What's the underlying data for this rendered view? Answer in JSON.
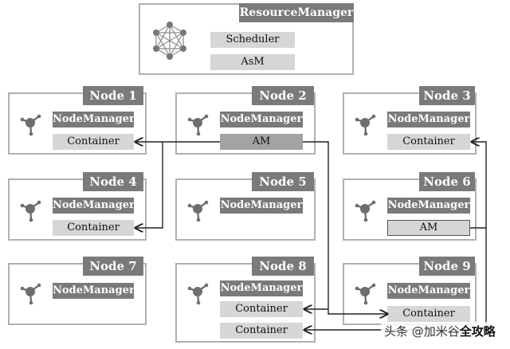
{
  "resource_manager": {
    "title": "ResourceManager",
    "items": [
      "Scheduler",
      "AsM"
    ]
  },
  "labels": {
    "node_manager": "NodeManager"
  },
  "nodes": [
    {
      "title": "Node 1",
      "items": [
        "Container"
      ]
    },
    {
      "title": "Node 2",
      "items": [
        "AM"
      ]
    },
    {
      "title": "Node 3",
      "items": [
        "Container"
      ]
    },
    {
      "title": "Node 4",
      "items": [
        "Container"
      ]
    },
    {
      "title": "Node 5",
      "items": []
    },
    {
      "title": "Node 6",
      "items": [
        "AM"
      ]
    },
    {
      "title": "Node 7",
      "items": []
    },
    {
      "title": "Node 8",
      "items": [
        "Container",
        "Container"
      ]
    },
    {
      "title": "Node 9",
      "items": [
        "Container"
      ]
    }
  ],
  "watermark": {
    "prefix": "头条 @加米谷",
    "highlight": "全攻略"
  },
  "colors": {
    "header_bg": "#7a7a7a",
    "pill_bg": "#d6d6d6",
    "border": "#b0b0b0"
  }
}
